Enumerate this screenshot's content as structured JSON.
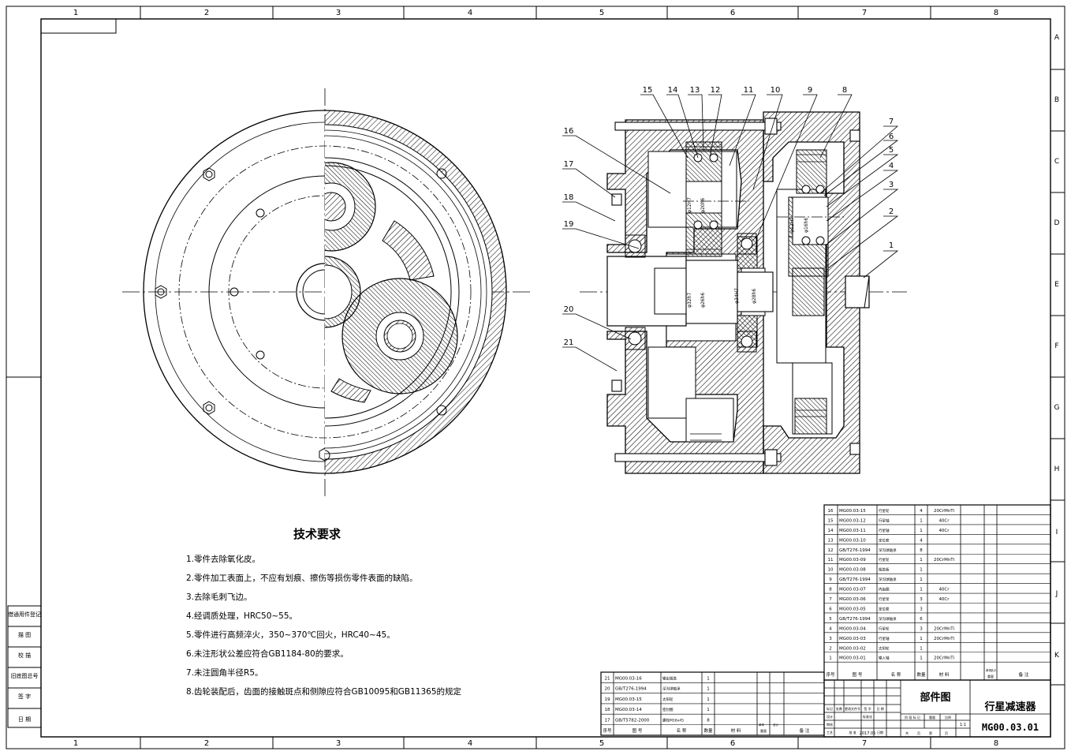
{
  "border": {
    "columns": [
      "1",
      "2",
      "3",
      "4",
      "5",
      "6",
      "7",
      "8"
    ],
    "rows": [
      "A",
      "B",
      "C",
      "D",
      "E",
      "F",
      "G",
      "H",
      "I",
      "J",
      "K"
    ]
  },
  "colors": {
    "line": "#000000",
    "background": "#ffffff"
  },
  "left_side_labels": [
    "借通用件登记",
    "描 图",
    "校 描",
    "旧底图总号",
    "签 字",
    "日 期"
  ],
  "left_view": {
    "dims": []
  },
  "section_labels": [
    "1",
    "2",
    "3",
    "4",
    "5",
    "6",
    "7",
    "8",
    "9",
    "10",
    "11",
    "12",
    "13",
    "14",
    "15",
    "16",
    "17",
    "18",
    "19",
    "20",
    "21"
  ],
  "dims": [
    "φ12H7",
    "φ20h6",
    "φ34H7",
    "φ28h6",
    "φ32h7",
    "φ26h6",
    "φ12H7",
    "φ16h6"
  ],
  "tech": {
    "title": "技术要求",
    "items": [
      "1.零件去除氧化皮。",
      "2.零件加工表面上，不应有划痕、擦伤等损伤零件表面的缺陷。",
      "3.去除毛刺飞边。",
      "4.经调质处理，HRC50~55。",
      "5.零件进行高频淬火，350~370℃回火，HRC40~45。",
      "6.未注形状公差应符合GB1184-80的要求。",
      "7.未注圆角半径R5。",
      "8.齿轮装配后，齿面的接触斑点和侧隙应符合GB10095和GB11365的规定"
    ]
  },
  "bom_upper": [
    [
      "16",
      "MG00.03-15",
      "行星轮",
      "4",
      "20CrMnTi"
    ],
    [
      "15",
      "MG00.03-12",
      "行星轴",
      "1",
      "40Cr"
    ],
    [
      "14",
      "MG00.03-11",
      "行星轴",
      "1",
      "40Cr"
    ],
    [
      "13",
      "MG00.03-10",
      "定位套",
      "4",
      ""
    ],
    [
      "12",
      "GB/T276-1994",
      "深沟球轴承",
      "8",
      ""
    ],
    [
      "11",
      "MG00.03-09",
      "行星轮",
      "1",
      "20CrMnTi"
    ],
    [
      "10",
      "MG00.03-08",
      "端盖板",
      "1",
      ""
    ],
    [
      "9",
      "GB/T276-1994",
      "深沟球轴承",
      "1",
      ""
    ],
    [
      "8",
      "MG00.03-07",
      "内齿圈",
      "1",
      "40Cr"
    ],
    [
      "7",
      "MG00.03-06",
      "行星架",
      "3",
      "40Cr"
    ],
    [
      "6",
      "MG00.03-05",
      "定位套",
      "3",
      ""
    ],
    [
      "5",
      "GB/T276-1994",
      "深沟球轴承",
      "6",
      ""
    ],
    [
      "4",
      "MG00.03-04",
      "行星轮",
      "3",
      "20CrMnTi"
    ],
    [
      "3",
      "MG00.03-03",
      "行星轴",
      "1",
      "20CrMnTi"
    ],
    [
      "2",
      "MG00.03-02",
      "太阳轮",
      "1",
      ""
    ],
    [
      "1",
      "MG00.03-01",
      "输入轴",
      "1",
      "20CrMnTi"
    ]
  ],
  "bom_upper_header": [
    "序号",
    "图 号",
    "名 称",
    "数量",
    "材 料",
    "单件",
    "总计",
    "备 注"
  ],
  "bom_upper_weight": "重量",
  "bom_lower": [
    [
      "21",
      "MG00.03-16",
      "输出端盖",
      "1"
    ],
    [
      "20",
      "GB/T276-1994",
      "深沟球轴承",
      "1"
    ],
    [
      "19",
      "MG00.03-15",
      "太阳轮",
      "1"
    ],
    [
      "18",
      "MG00.03-14",
      "密封圈",
      "1"
    ],
    [
      "17",
      "GB/T5782-2000",
      "螺栓M16x45",
      "8"
    ]
  ],
  "bom_lower_header": [
    "序号",
    "图 号",
    "名 称",
    "数量",
    "材 料",
    "单件",
    "总计",
    "备 注"
  ],
  "bom_lower_weight": "重量",
  "title_block": {
    "doc_type": "部件图",
    "name": "行星减速器",
    "code": "MG00.03.01",
    "scale": "1:1",
    "date": "2017.05",
    "small_labels": [
      "标记",
      "处数",
      "更改文件号",
      "签 字",
      "日 期",
      "设计",
      "标准化",
      "审核",
      "工艺",
      "日期",
      "阶 段 标 记",
      "重量",
      "比例",
      "共",
      "页",
      "第",
      "页",
      "批 准"
    ]
  }
}
